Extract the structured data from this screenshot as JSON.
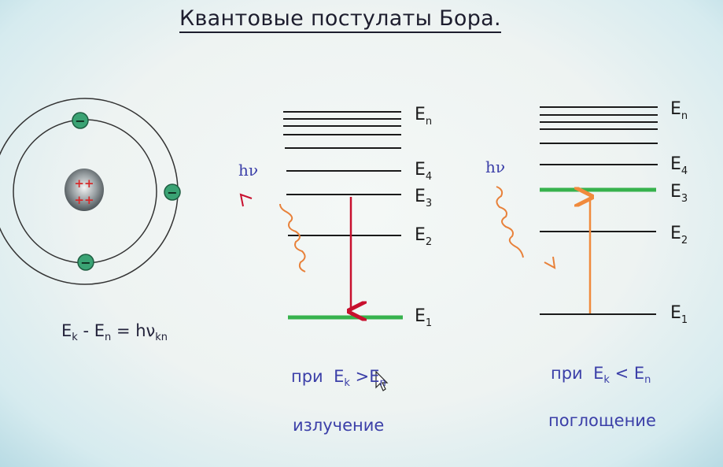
{
  "title": "Квантовые постулаты Бора.",
  "atom": {
    "electron_sign": "−",
    "nucleus_signs": [
      "++",
      "++"
    ],
    "equation": {
      "a": "E",
      "a_sub": "k",
      "minus": " - ",
      "b": "E",
      "b_sub": "n",
      "eq": " = hν",
      "eq_sub": "kn"
    }
  },
  "photon_label": "hν",
  "emission": {
    "levels": [
      {
        "label": "E",
        "sub": "n"
      },
      {
        "label": "E",
        "sub": "4"
      },
      {
        "label": "E",
        "sub": "3"
      },
      {
        "label": "E",
        "sub": "2"
      },
      {
        "label": "E",
        "sub": "1"
      }
    ],
    "condition": {
      "prefix": "при",
      "a": "E",
      "a_sub": "k",
      "op": ">",
      "b": "E",
      "b_sub": "n"
    },
    "caption": "излучение"
  },
  "absorption": {
    "levels": [
      {
        "label": "E",
        "sub": "n"
      },
      {
        "label": "E",
        "sub": "4"
      },
      {
        "label": "E",
        "sub": "3"
      },
      {
        "label": "E",
        "sub": "2"
      },
      {
        "label": "E",
        "sub": "1"
      }
    ],
    "condition": {
      "prefix": "при",
      "a": "E",
      "a_sub": "k",
      "op": "<",
      "b": "E",
      "b_sub": "n"
    },
    "caption": "поглощение"
  },
  "colors": {
    "line": "#1a1a1a",
    "ground_state": "#37b24d",
    "emission_arrow": "#c8102e",
    "absorption_arrow": "#f08a3c",
    "photon_in": "#e8813a",
    "electron": "#3aa374",
    "nucleus_plus": "#d62b2b",
    "label_blue": "#3b3fa8"
  }
}
